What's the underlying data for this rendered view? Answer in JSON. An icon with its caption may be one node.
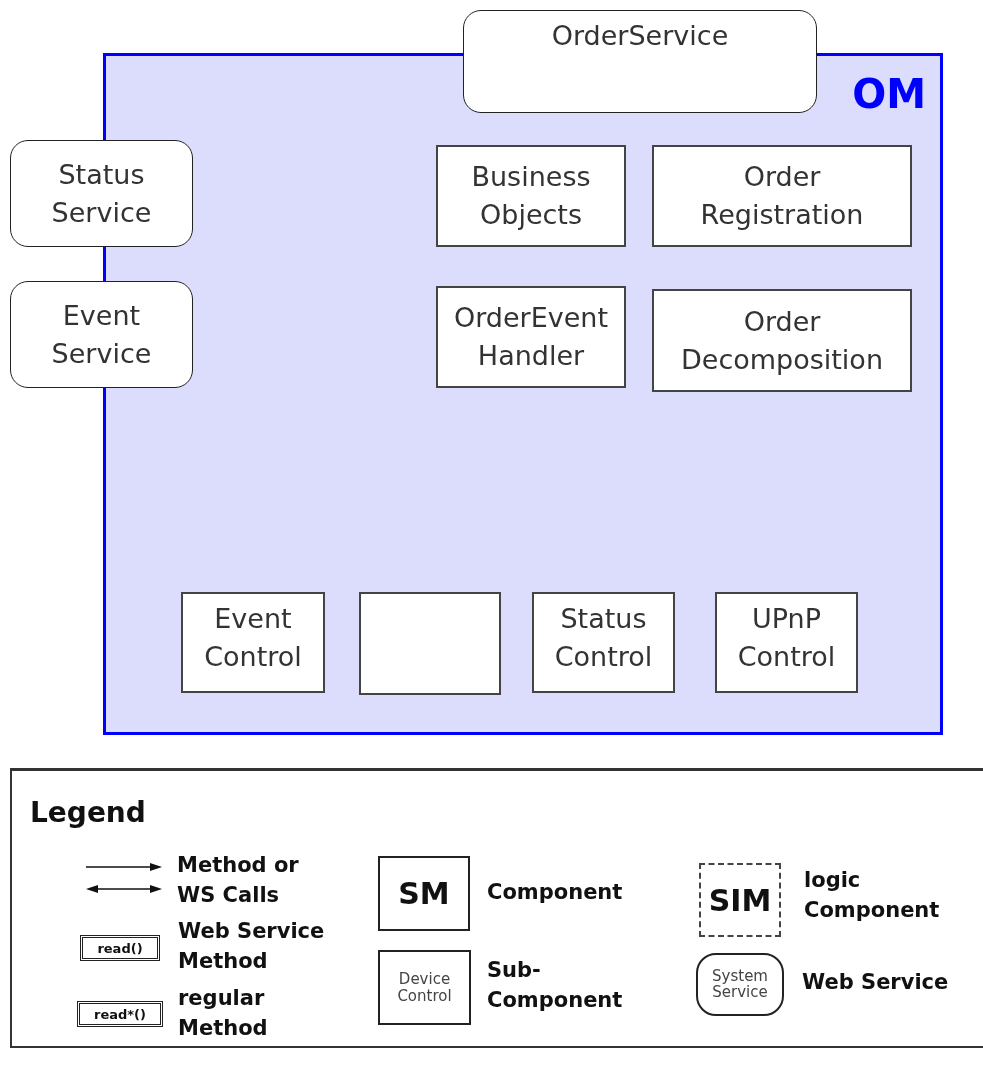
{
  "diagram": {
    "nodes": [
      {
        "text": [
          "OrderService"
        ]
      },
      {
        "text": [
          "OM"
        ]
      },
      {
        "text": [
          "Status Service"
        ]
      },
      {
        "text": [
          "Event Service"
        ]
      },
      {
        "text": [
          "Business Objects"
        ],
        "in": 1
      },
      {
        "text": [
          "Order Registration"
        ],
        "in": 1
      },
      {
        "text": [
          "OrderEvent Handler"
        ],
        "in": 1
      },
      {
        "text": [
          "Order Decomposition"
        ],
        "in": 1
      },
      {
        "text": [
          "Event Control"
        ],
        "in": 1
      },
      {
        "text": [],
        "shape": "box",
        "in": 1
      },
      {
        "text": [
          "Status Control"
        ],
        "in": 1
      },
      {
        "text": [
          "UPnP Control"
        ],
        "in": 1
      }
    ],
    "labels": [
      "Legend",
      "read()",
      "read*()",
      "SM",
      "Device Control",
      "SIM",
      "System Service"
    ],
    "legend": [
      {
        "text": "Method or WS Calls"
      },
      {
        "text": "Web Service Method"
      },
      {
        "text": "regular Method"
      },
      {
        "text": "Component"
      },
      {
        "text": "Sub-Component"
      },
      {
        "text": "logic Component"
      },
      {
        "text": "Web Service"
      }
    ]
  }
}
